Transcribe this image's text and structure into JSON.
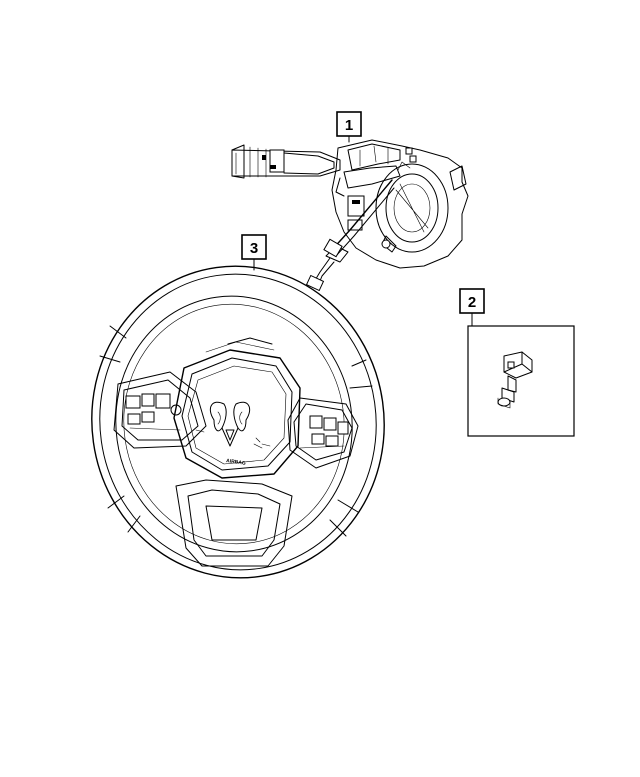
{
  "callouts": [
    {
      "id": "1",
      "label": "1"
    },
    {
      "id": "2",
      "label": "2"
    },
    {
      "id": "3",
      "label": "3"
    }
  ],
  "airbag_text": "AIRBAG",
  "colors": {
    "line": "#000000",
    "background": "#ffffff"
  }
}
